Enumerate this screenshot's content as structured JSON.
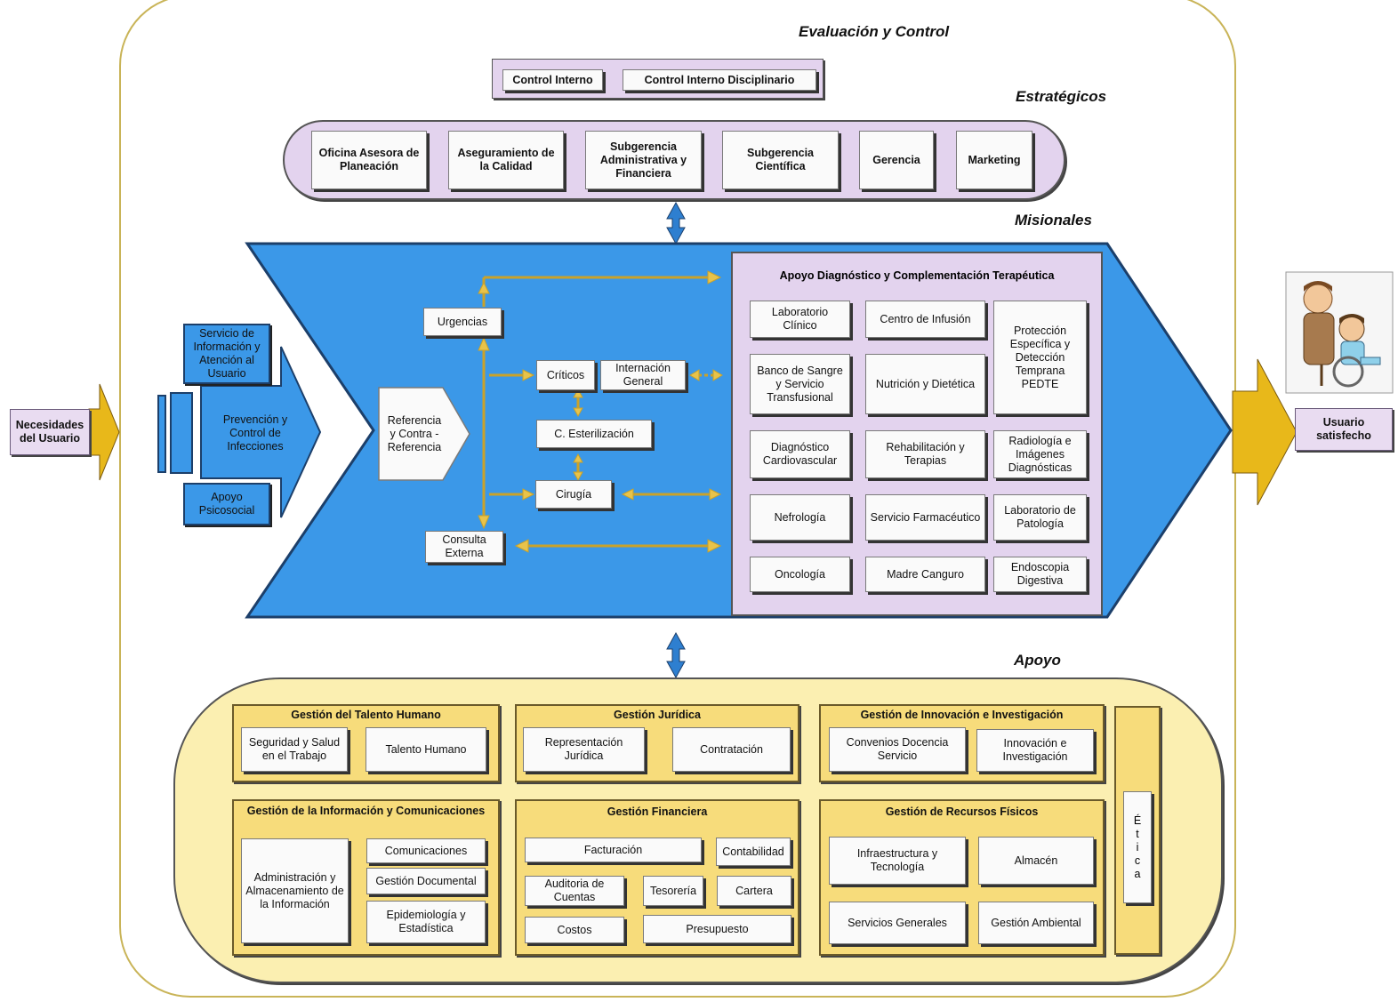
{
  "titles": {
    "evaluacion": "Evaluación y Control",
    "estrategicos": "Estratégicos",
    "misionales": "Misionales",
    "apoyo": "Apoyo"
  },
  "evaluacion": [
    "Control Interno",
    "Control Interno Disciplinario"
  ],
  "estrategicos": [
    "Oficina Asesora de Planeación",
    "Aseguramiento de la Calidad",
    "Subgerencia Administrativa y Financiera",
    "Subgerencia Científica",
    "Gerencia",
    "Marketing"
  ],
  "entrada": "Necesidades del Usuario",
  "salida": "Usuario satisfecho",
  "left_boxes": {
    "servicio_info": "Servicio de Información y Atención al Usuario",
    "prevencion": "Prevención y Control de Infecciones",
    "apoyo_psico": "Apoyo Psicosocial"
  },
  "referencia": "Referencia y Contra - Referencia",
  "misionales_boxes": {
    "urgencias": "Urgencias",
    "criticos": "Críticos",
    "internacion": "Internación General",
    "esterilizacion": "C. Esterilización",
    "cirugia": "Cirugía",
    "consulta": "Consulta Externa"
  },
  "apoyo_diagnostico": {
    "title": "Apoyo Diagnóstico y Complementación Terapéutica",
    "items": [
      "Laboratorio Clínico",
      "Centro de Infusión",
      "Protección Específica y Detección Temprana PEDTE",
      "Banco de Sangre y Servicio Transfusional",
      "Nutrición y Dietética",
      "Diagnóstico Cardiovascular",
      "Rehabilitación y Terapias",
      "Radiología e Imágenes Diagnósticas",
      "Nefrología",
      "Servicio Farmacéutico",
      "Laboratorio de Patología",
      "Oncología",
      "Madre Canguro",
      "Endoscopia Digestiva"
    ]
  },
  "apoyo_groups": {
    "talento": {
      "title": "Gestión del Talento Humano",
      "items": [
        "Seguridad y Salud en el Trabajo",
        "Talento Humano"
      ]
    },
    "juridica": {
      "title": "Gestión Jurídica",
      "items": [
        "Representación Jurídica",
        "Contratación"
      ]
    },
    "innovacion": {
      "title": "Gestión de Innovación e Investigación",
      "items": [
        "Convenios Docencia Servicio",
        "Innovación e Investigación"
      ]
    },
    "informacion": {
      "title": "Gestión de la Información y Comunicaciones",
      "items": [
        "Administración y Almacenamiento de la Información",
        "Comunicaciones",
        "Gestión Documental",
        "Epidemiología y Estadística"
      ]
    },
    "financiera": {
      "title": "Gestión Financiera",
      "items": [
        "Facturación",
        "Contabilidad",
        "Auditoria de Cuentas",
        "Tesorería",
        "Cartera",
        "Costos",
        "Presupuesto"
      ]
    },
    "fisicos": {
      "title": "Gestión de Recursos Físicos",
      "items": [
        "Infraestructura y Tecnología",
        "Almacén",
        "Servicios Generales",
        "Gestión Ambiental"
      ]
    }
  },
  "etica": [
    "É",
    "t",
    "i",
    "c",
    "a"
  ],
  "colors": {
    "blue": "#3b98e8",
    "purple": "#e9dcf1",
    "yellow": "#f7dc7b",
    "gold": "#e8b81a"
  }
}
